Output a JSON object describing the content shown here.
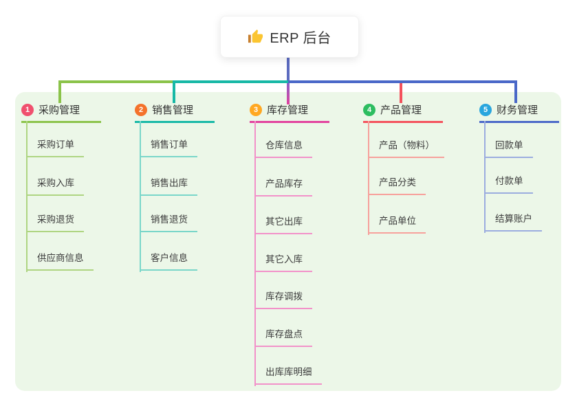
{
  "root": {
    "title": "ERP 后台",
    "icon": "thumbs-up-icon",
    "connector_color": "#5c6bc0"
  },
  "panel": {
    "background": "#ecf7e8"
  },
  "branches": [
    {
      "number": "1",
      "label": "采购管理",
      "badge_color": "#f0506e",
      "line_color": "#8bc34a",
      "child_line_color": "#aed581",
      "children": [
        "采购订单",
        "采购入库",
        "采购退货",
        "供应商信息"
      ]
    },
    {
      "number": "2",
      "label": "销售管理",
      "badge_color": "#f4722b",
      "line_color": "#17b8a6",
      "child_line_color": "#79d6c9",
      "children": [
        "销售订单",
        "销售出库",
        "销售退货",
        "客户信息"
      ]
    },
    {
      "number": "3",
      "label": "库存管理",
      "badge_color": "#ffa822",
      "line_color": "#e2419e",
      "child_line_color": "#f291c9",
      "children": [
        "仓库信息",
        "产品库存",
        "其它出库",
        "其它入库",
        "库存调拨",
        "库存盘点",
        "出库库明细"
      ]
    },
    {
      "number": "4",
      "label": "产品管理",
      "badge_color": "#2dbd60",
      "line_color": "#f4515c",
      "child_line_color": "#f7a09b",
      "children": [
        "产品（物料）",
        "产品分类",
        "产品单位"
      ]
    },
    {
      "number": "5",
      "label": "财务管理",
      "badge_color": "#29a6de",
      "line_color": "#4a68c8",
      "child_line_color": "#9bacdf",
      "children": [
        "回款单",
        "付款单",
        "结算账户"
      ]
    }
  ]
}
